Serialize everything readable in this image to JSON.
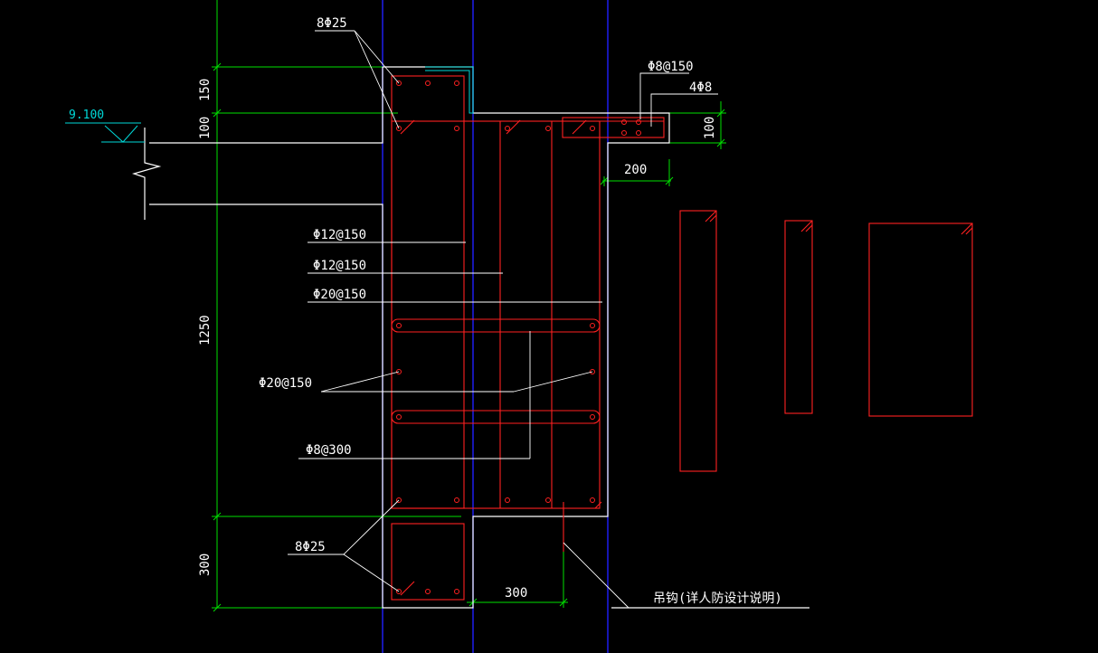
{
  "colors": {
    "background": "#000000",
    "concrete_outline": "#ffffff",
    "rebar": "#ff2020",
    "dimension": "#00e000",
    "grid_axis": "#2020ff",
    "level_mark": "#00d8d8"
  },
  "labels": {
    "top_corner_bars": "8Φ25",
    "ledge_stirrup": "Φ8@150",
    "ledge_long_bars": "4Φ8",
    "wall_bars_1": "Φ12@150",
    "wall_bars_2": "Φ12@150",
    "wall_bars_3": "Φ20@150",
    "tie_bars": "Φ20@150",
    "tie_spacing": "Φ8@300",
    "bottom_corner_bars": "8Φ25",
    "hanger_note": "吊钩(详人防设计说明)"
  },
  "level": {
    "value": "9.100"
  },
  "dimensions": {
    "d150": "150",
    "d100_left": "100",
    "d1250": "1250",
    "d300_left": "300",
    "d100_right": "100",
    "d200": "200",
    "d300_bottom": "300"
  }
}
